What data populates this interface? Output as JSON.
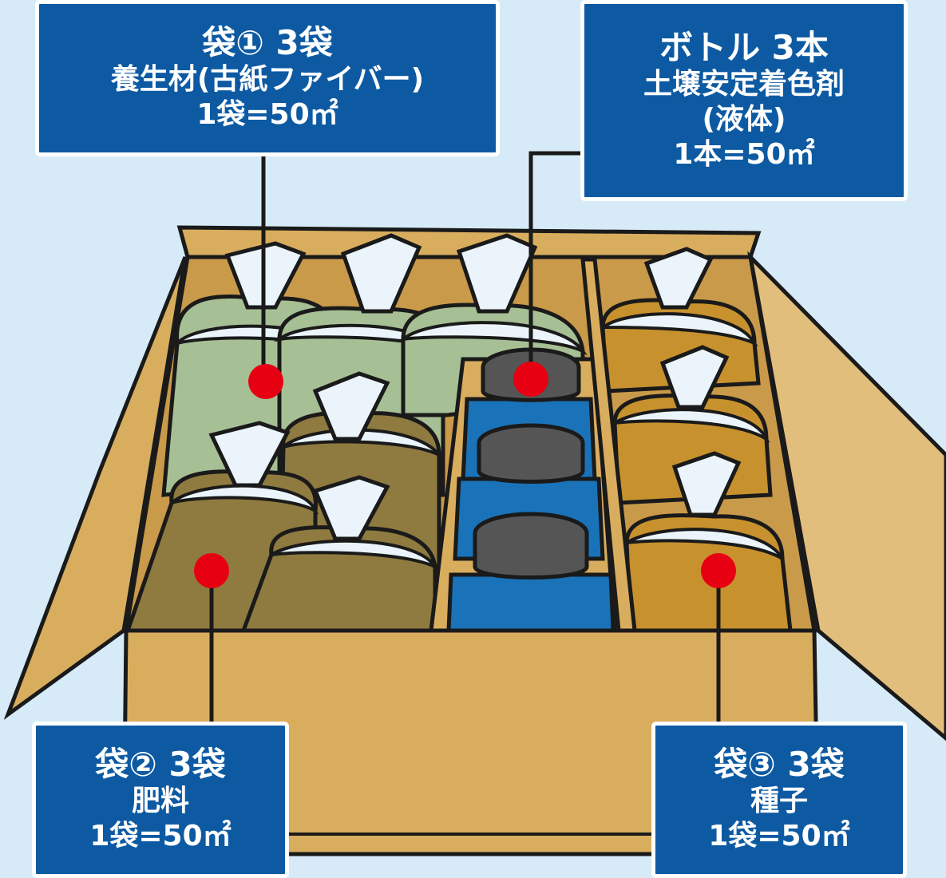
{
  "colors": {
    "background": "#d6ebf7",
    "box_cardboard": "#d9ad5e",
    "box_inner": "#c99a49",
    "outline": "#1a1a1a",
    "label_bg": "#0d5aa3",
    "marker_dot": "#e60012",
    "bag_green": "#a7bf95",
    "bag_olive": "#8f7a3f",
    "bag_orange": "#c7912e",
    "bottle_blue": "#1a73b8",
    "bottle_cap": "#555555"
  },
  "callouts": {
    "bag1": {
      "title": "袋① 3袋",
      "lines": [
        "養生材(古紙ファイバー)",
        "1袋=50㎡"
      ]
    },
    "bottle": {
      "title": "ボトル 3本",
      "lines": [
        "土壌安定着色剤",
        "(液体)",
        "1本=50㎡"
      ]
    },
    "bag2": {
      "title": "袋② 3袋",
      "lines": [
        "肥料",
        "1袋=50㎡"
      ]
    },
    "bag3": {
      "title": "袋③ 3袋",
      "lines": [
        "種子",
        "1袋=50㎡"
      ]
    }
  }
}
